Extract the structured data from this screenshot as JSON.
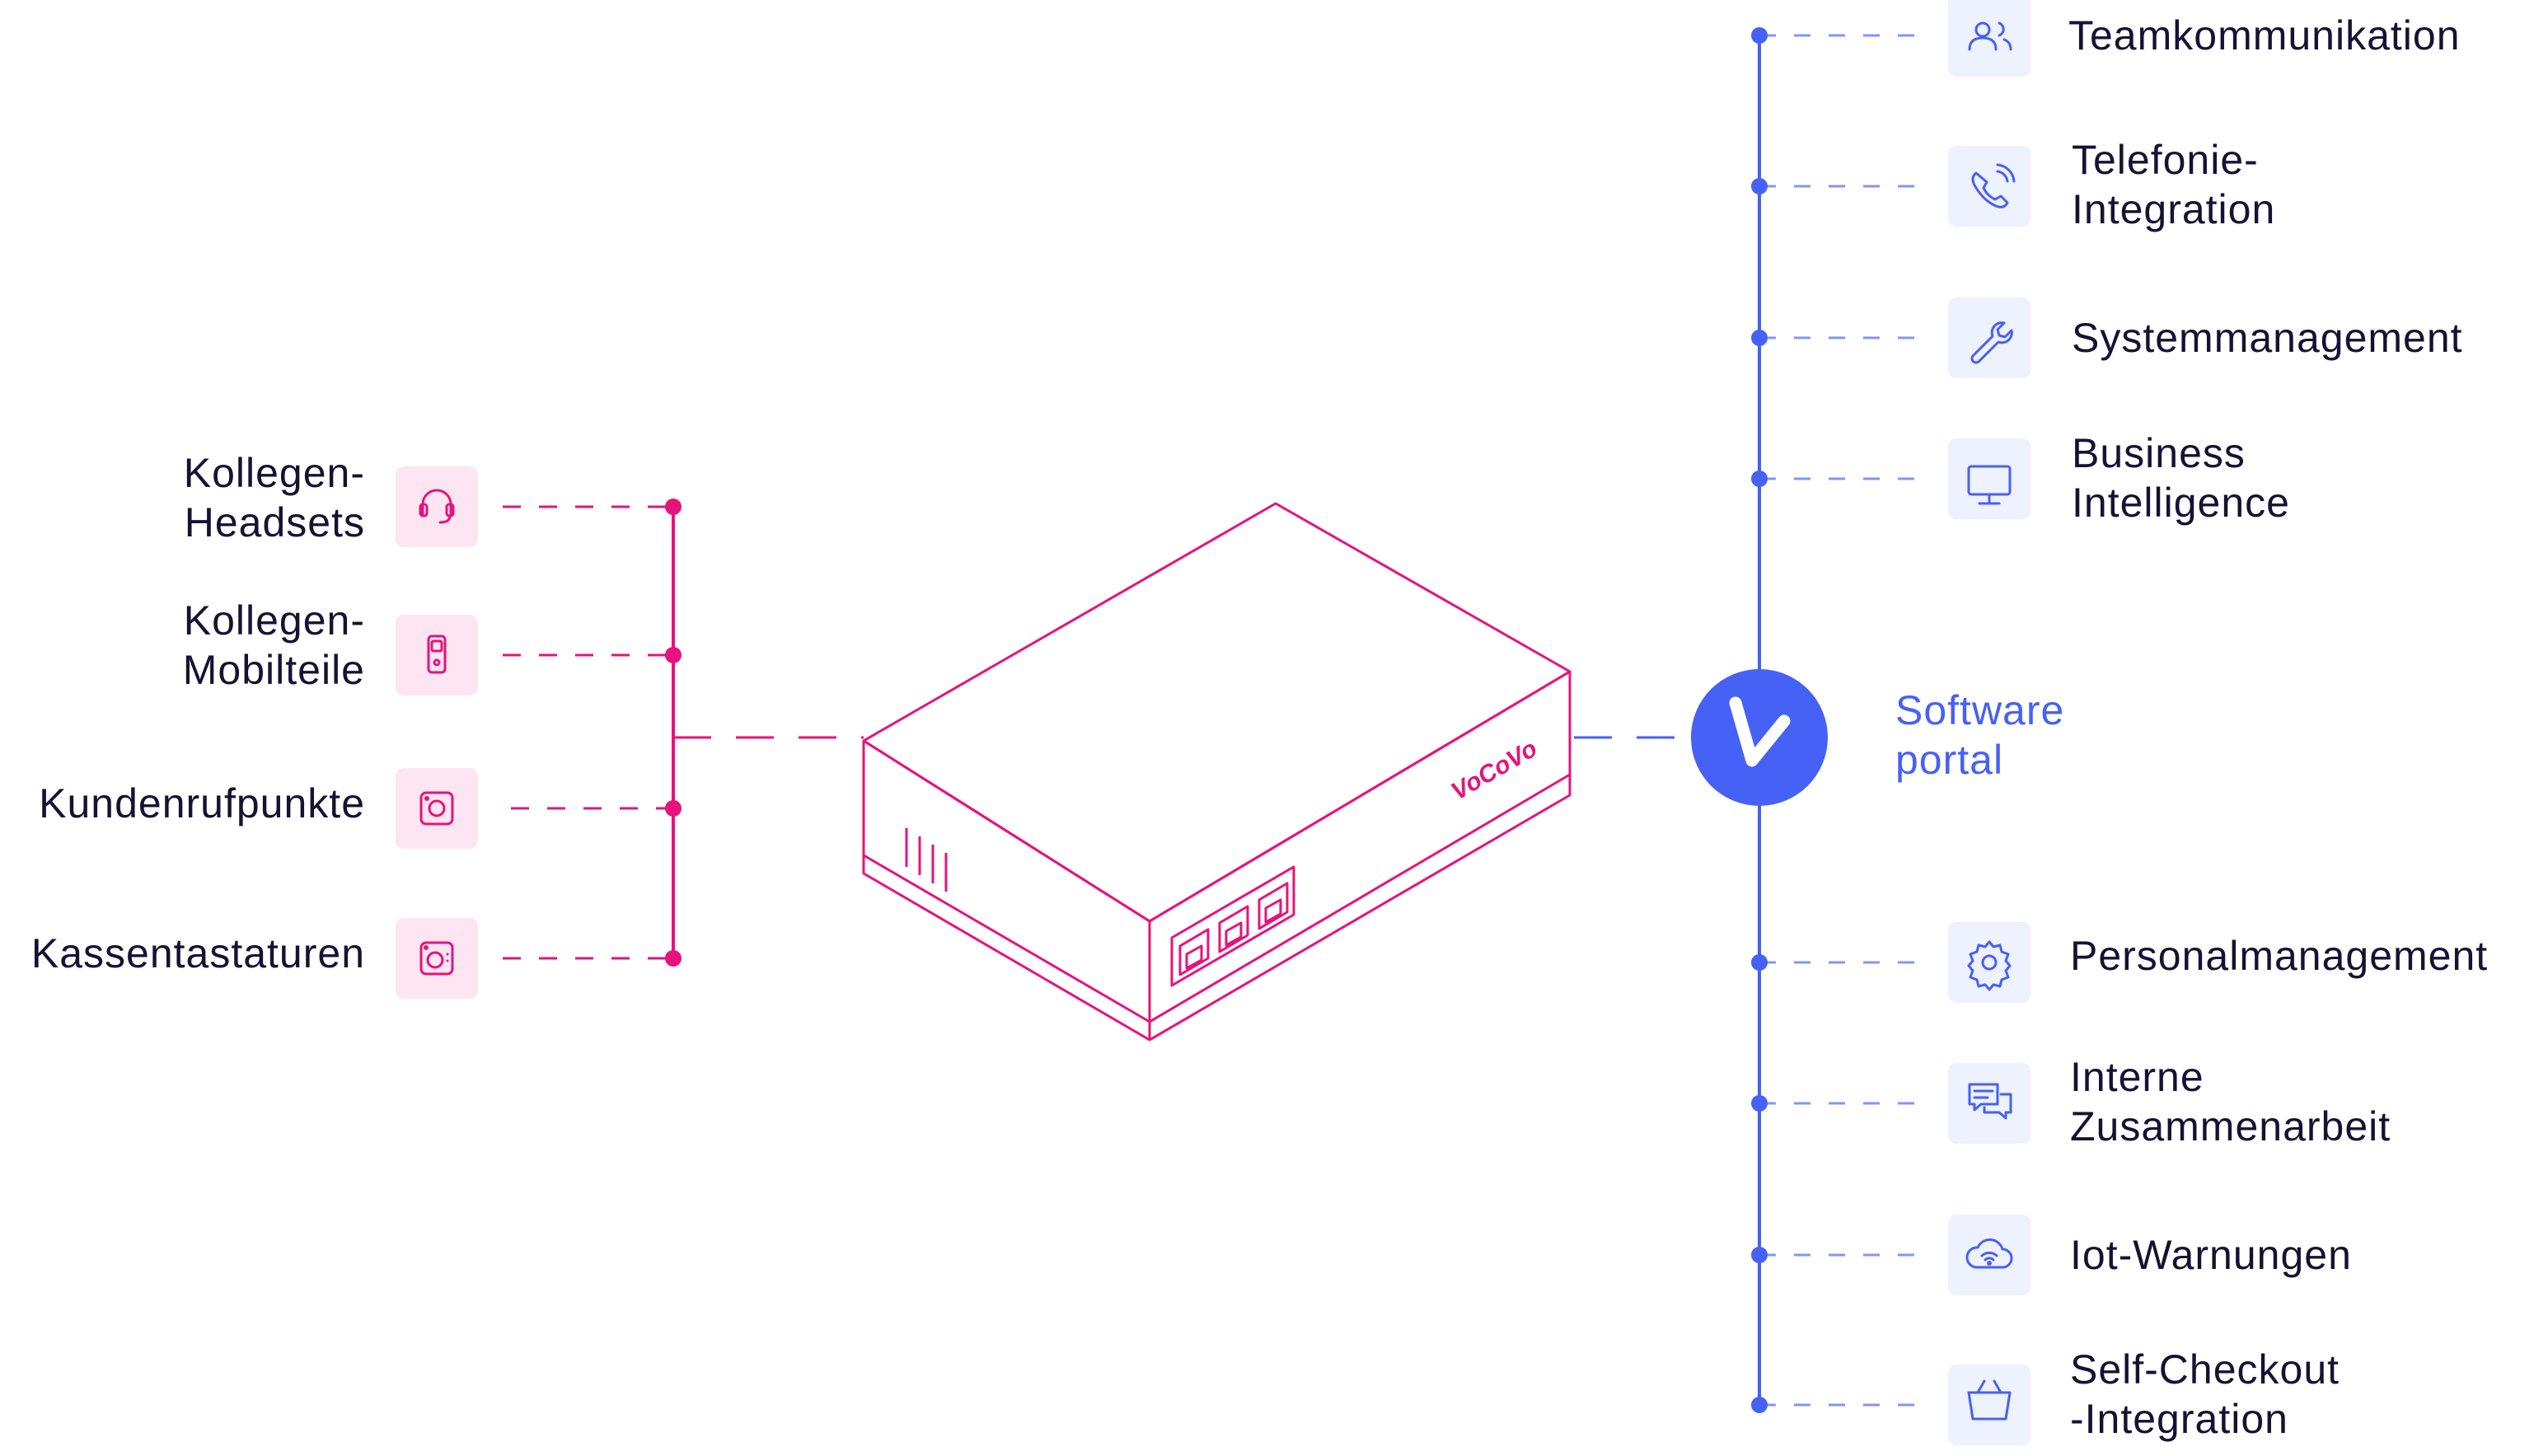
{
  "colors": {
    "device_accent": "#e6137c",
    "device_icon_bg": "#fde6f1",
    "portal_accent": "#4661f5",
    "portal_icon_bg": "#eef1fe",
    "text": "#161233"
  },
  "device": {
    "brand": "VoCoVo"
  },
  "left_items": [
    {
      "icon": "headset-icon",
      "lines": [
        "Kollegen-",
        "Headsets"
      ]
    },
    {
      "icon": "handset-icon",
      "lines": [
        "Kollegen-",
        "Mobilteile"
      ]
    },
    {
      "icon": "call-point-icon",
      "lines": [
        "Kundenrufpunkte"
      ]
    },
    {
      "icon": "keypad-icon",
      "lines": [
        "Kassentastaturen"
      ]
    }
  ],
  "portal": {
    "icon": "vocovo-logo-icon",
    "lines": [
      "Software",
      "portal"
    ]
  },
  "right_items": [
    {
      "icon": "team-icon",
      "lines": [
        "Teamkommunikation"
      ]
    },
    {
      "icon": "phone-icon",
      "lines": [
        "Telefonie-",
        "Integration"
      ]
    },
    {
      "icon": "wrench-icon",
      "lines": [
        "Systemmanagement"
      ]
    },
    {
      "icon": "monitor-icon",
      "lines": [
        "Business",
        "Intelligence"
      ]
    },
    {
      "icon": "gear-icon",
      "lines": [
        "Personalmanagement"
      ]
    },
    {
      "icon": "chat-icon",
      "lines": [
        "Interne",
        "Zusammenarbeit"
      ]
    },
    {
      "icon": "cloud-wifi-icon",
      "lines": [
        "Iot-Warnungen"
      ]
    },
    {
      "icon": "basket-icon",
      "lines": [
        "Self-Checkout",
        "-Integration"
      ]
    }
  ]
}
